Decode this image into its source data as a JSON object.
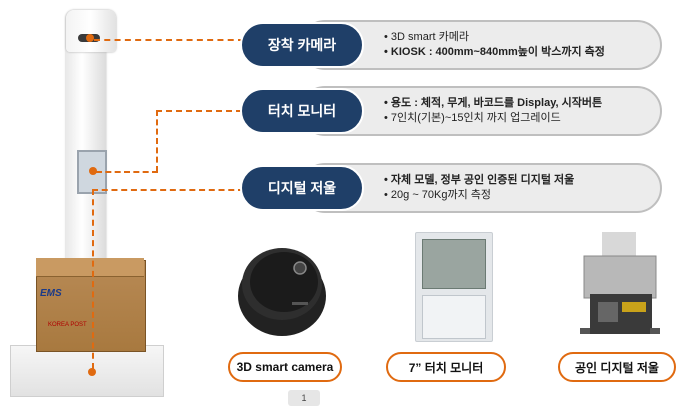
{
  "features": [
    {
      "title": "장착 카메라",
      "lines": [
        "3D smart 카메라",
        "KIOSK : 400mm~840mm높이 박스까지 측정"
      ]
    },
    {
      "title": "터치 모니터",
      "lines": [
        "용도 : 체적, 무게, 바코드를 Display, 시작버튼",
        "7인치(기본)~15인치 까지 업그레이드"
      ]
    },
    {
      "title": "디지털 저울",
      "lines": [
        "자체 모델, 정부 공인 인증된 디지털 저울",
        "20g ~ 70Kg까지 측정"
      ]
    }
  ],
  "products": [
    {
      "caption": "3D smart camera",
      "icon": "camera-icon"
    },
    {
      "caption": "7” 터치 모니터",
      "icon": "monitor-icon"
    },
    {
      "caption": "공인 디지털 저울",
      "icon": "scale-icon"
    }
  ],
  "box": {
    "brand": "EMS",
    "sub": "KOREA POST"
  },
  "page_number": "1",
  "colors": {
    "accent": "#e06a10",
    "navy": "#1f3f68",
    "pill_bg": "#ececec"
  }
}
